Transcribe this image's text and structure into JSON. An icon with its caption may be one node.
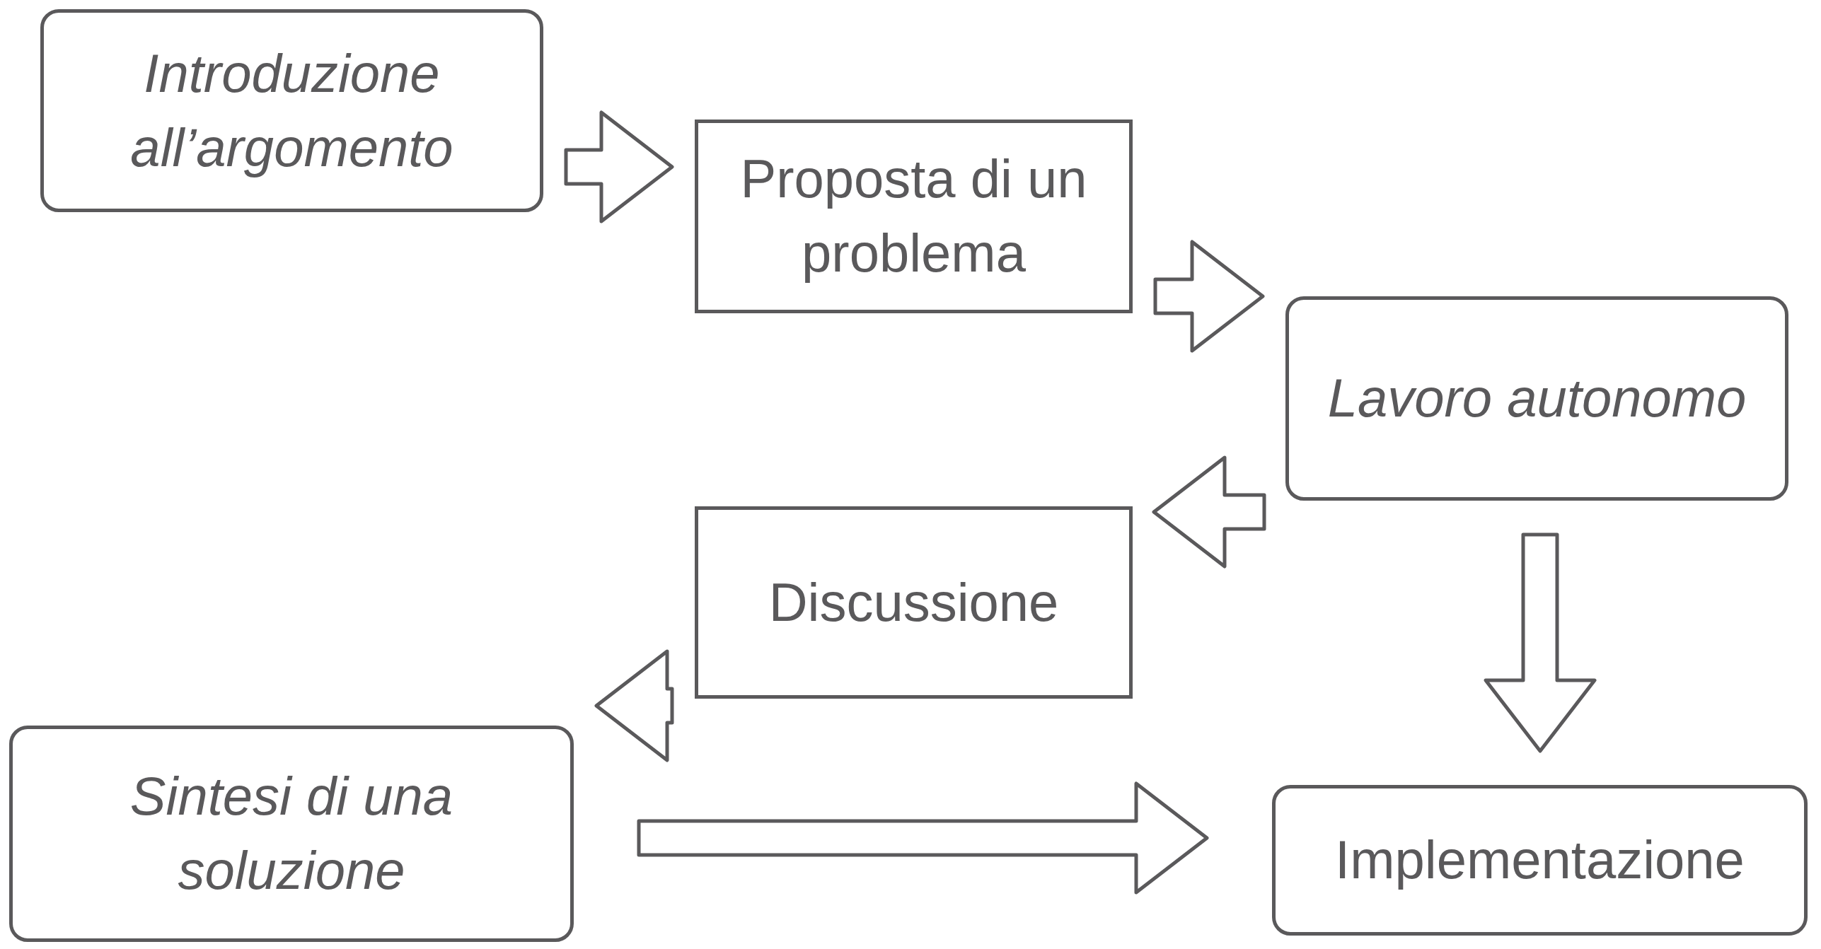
{
  "diagram": {
    "nodes": [
      {
        "text": [
          "Introduzione all’argomento"
        ]
      },
      {
        "text": [
          "Proposta di un problema"
        ]
      },
      {
        "text": [
          "Lavoro autonomo"
        ]
      },
      {
        "text": [
          "Discussione"
        ]
      },
      {
        "text": [
          "Sintesi di una soluzione"
        ]
      },
      {
        "text": [
          "Implementazione"
        ]
      }
    ],
    "edges": [
      {
        "from": 0,
        "to": 1,
        "arrow": "to"
      },
      {
        "from": 1,
        "to": 2,
        "arrow": "to"
      },
      {
        "from": 2,
        "to": 3,
        "arrow": "to"
      },
      {
        "from": 3,
        "to": 4,
        "arrow": "to"
      },
      {
        "from": 2,
        "to": 5,
        "arrow": "to"
      },
      {
        "from": 4,
        "to": 5,
        "arrow": "to"
      }
    ]
  }
}
